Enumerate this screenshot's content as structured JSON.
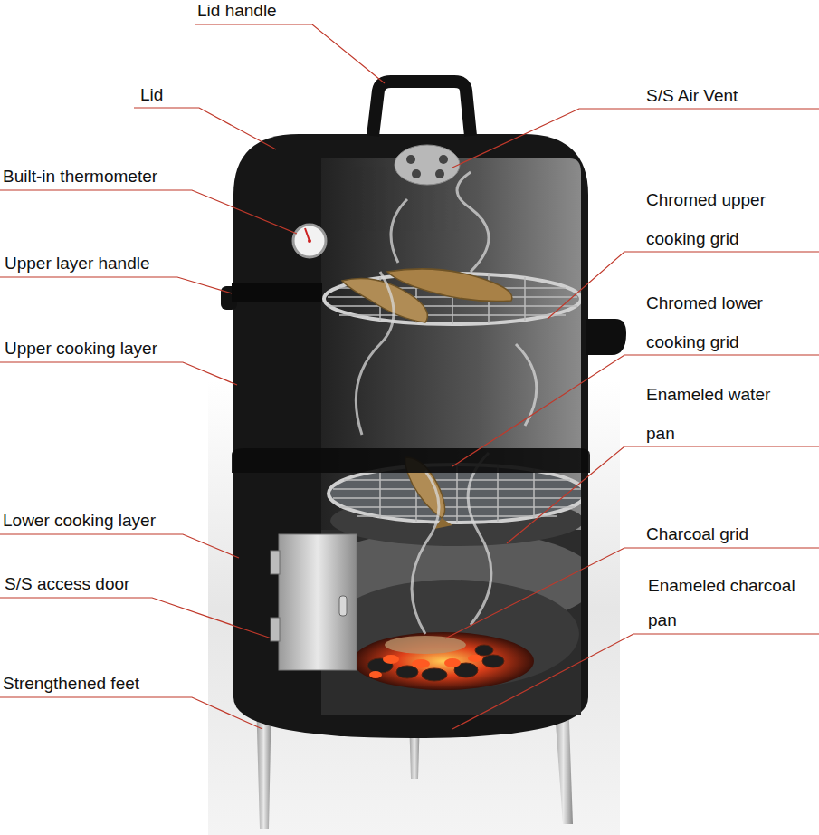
{
  "diagram": {
    "labels": [
      "Lid handle",
      "Lid",
      "S/S Air Vent",
      "Built-in thermometer",
      "Chromed upper cooking grid",
      "Upper layer handle",
      "Upper cooking layer",
      "Chromed lower cooking grid",
      "Enameled water pan",
      "Lower cooking layer",
      "Charcoal grid",
      "S/S access door",
      "Enameled charcoal pan",
      "Strengthened feet"
    ]
  }
}
